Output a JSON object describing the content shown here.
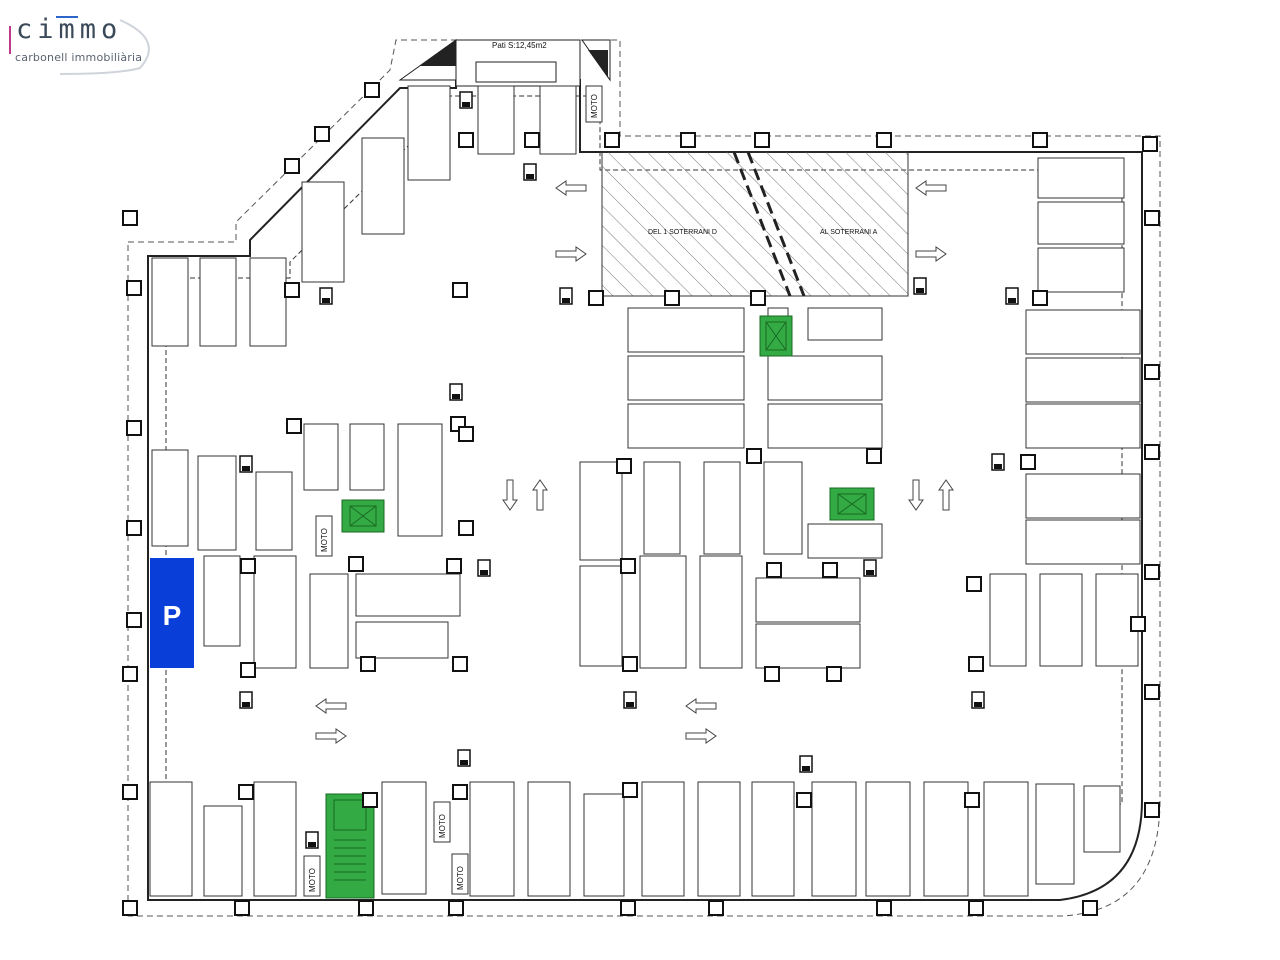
{
  "logo": {
    "brand": "cimmo",
    "tagline": "carbonell immobiliària",
    "brand_color": "#3a4a5a",
    "accent_color": "#c0398a"
  },
  "plan": {
    "patio_label": "Pati  S:12,45m2",
    "ramp_down_label": "DEL 1 SOTERRANI D",
    "ramp_up_label": "AL SOTERRANI A",
    "moto_label": "MOTO",
    "parking_letter": "P",
    "colors": {
      "parking_highlight": "#0a3ed8",
      "stairs_green": "#33aa44",
      "line": "#222222"
    },
    "icons": [
      "fire-extinguisher-icon",
      "fire-hose-icon",
      "column-icon",
      "arrow-icon"
    ]
  }
}
